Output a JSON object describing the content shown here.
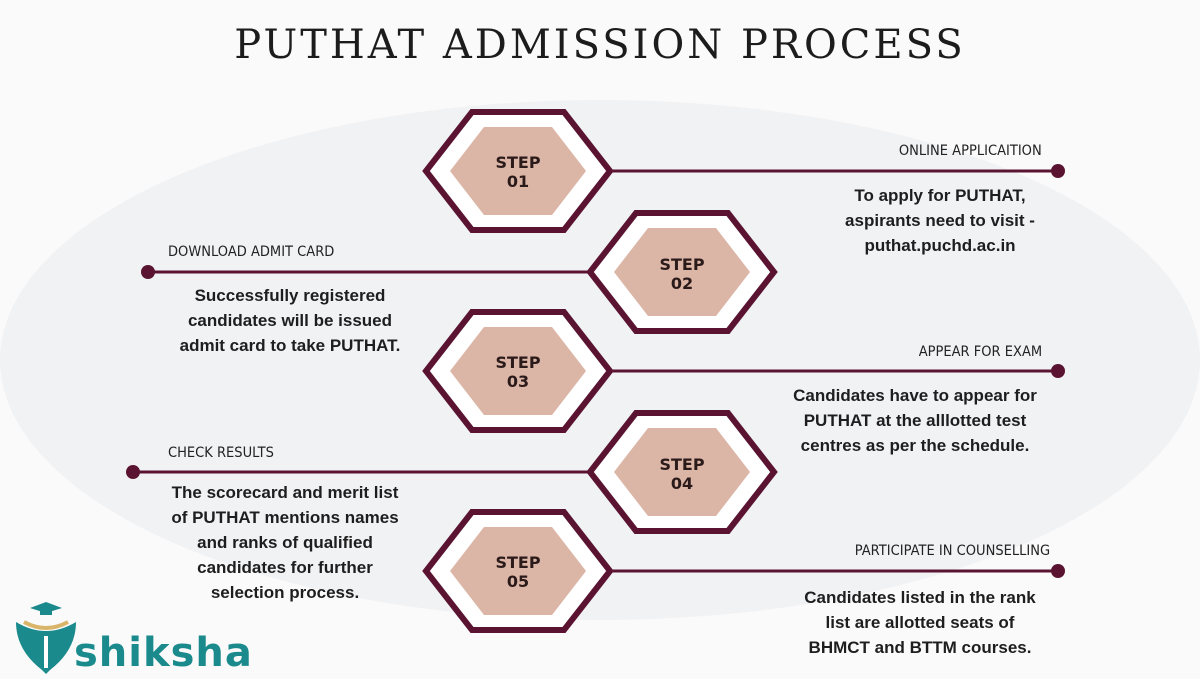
{
  "title": "PUTHAT ADMISSION PROCESS",
  "colors": {
    "maroon": "#5a1431",
    "hex_fill": "#dbb5a5",
    "brand_teal": "#1a8a8c"
  },
  "steps": [
    {
      "step": "STEP",
      "num": "01",
      "heading": "ONLINE APPLICAITION",
      "lines": [
        "To apply for PUTHAT,",
        "aspirants need to visit -",
        "puthat.puchd.ac.in"
      ]
    },
    {
      "step": "STEP",
      "num": "02",
      "heading": "DOWNLOAD ADMIT CARD",
      "lines": [
        "Successfully registered",
        "candidates will be issued",
        "admit card to take PUTHAT."
      ]
    },
    {
      "step": "STEP",
      "num": "03",
      "heading": "APPEAR FOR EXAM",
      "lines": [
        "Candidates have to appear for",
        "PUTHAT at the alllotted test",
        "centres as per the schedule."
      ]
    },
    {
      "step": "STEP",
      "num": "04",
      "heading": "CHECK RESULTS",
      "lines": [
        "The scorecard and merit list",
        "of PUTHAT mentions names",
        "and ranks of qualified",
        "candidates for further",
        "selection process."
      ]
    },
    {
      "step": "STEP",
      "num": "05",
      "heading": "PARTICIPATE IN COUNSELLING",
      "lines": [
        "Candidates listed in the rank",
        "list are allotted seats of",
        "BHMCT and BTTM courses."
      ]
    }
  ],
  "logo": {
    "text": "shiksha"
  }
}
